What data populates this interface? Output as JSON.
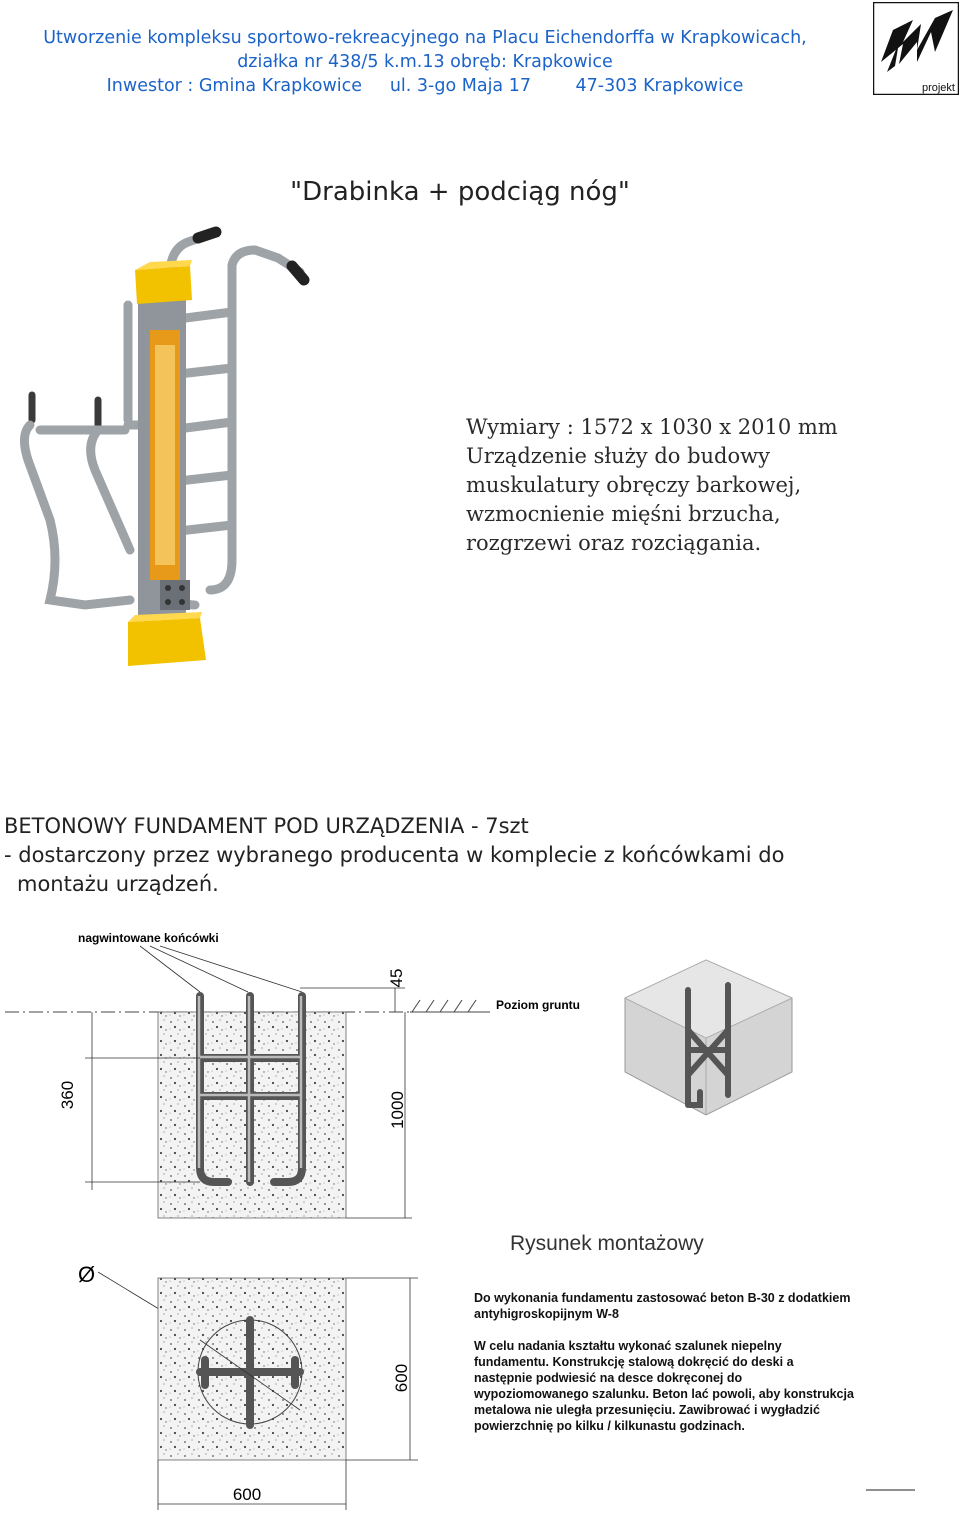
{
  "header": {
    "line1": "Utworzenie kompleksu sportowo-rekreacyjnego na Placu Eichendorffa w Krapkowicach,",
    "line2": "działka nr 438/5 k.m.13   obręb: Krapkowice",
    "investor": "Inwestor : Gmina Krapkowice",
    "address": "ul. 3-go Maja 17",
    "postal": "47-303  Krapkowice",
    "logo_text": "projekt"
  },
  "title": "\"Drabinka + podciąg nóg\"",
  "description": [
    "Wymiary : 1572 x 1030 x 2010 mm",
    "Urządzenie służy do budowy",
    "muskulatury obręczy barkowej,",
    "wzmocnienie mięśni brzucha,",
    "rozgrzewi oraz rozciągania."
  ],
  "foundation": {
    "heading": "BETONOWY FUNDAMENT POD URZĄDZENIA - 7szt",
    "line1": "- dostarczony przez wybranego producenta w komplecie z końcówkami do",
    "line2": "montażu urządzeń."
  },
  "drawing": {
    "threaded_ends_label": "nagwintowane końcówki",
    "ground_level_label": "Poziom gruntu",
    "dim_45": "45",
    "dim_360": "360",
    "dim_1000": "1000",
    "dim_600_v": "600",
    "dim_600_h": "600",
    "diameter_symbol": "Ø",
    "assembly_title": "Rysunek montażowy",
    "note1": "Do wykonania fundamentu zastosować beton B-30 z dodatkiem antyhigroskopijnym W-8",
    "note2": "W celu nadania kształtu wykonać szalunek niepelny fundamentu. Konstrukcję stalową dokręcić do deski a następnie podwiesić na desce dokręconej do wypoziomowanego szalunku. Beton lać powoli, aby konstrukcja metalowa nie uległa przesunięciu. Zawibrować i wygładzić powierzchnię po kilku / kilkunastu godzinach."
  },
  "colors": {
    "header_blue": "#1c63c8",
    "equipment_yellow": "#f2c200",
    "equipment_gray": "#9ea3a8"
  }
}
